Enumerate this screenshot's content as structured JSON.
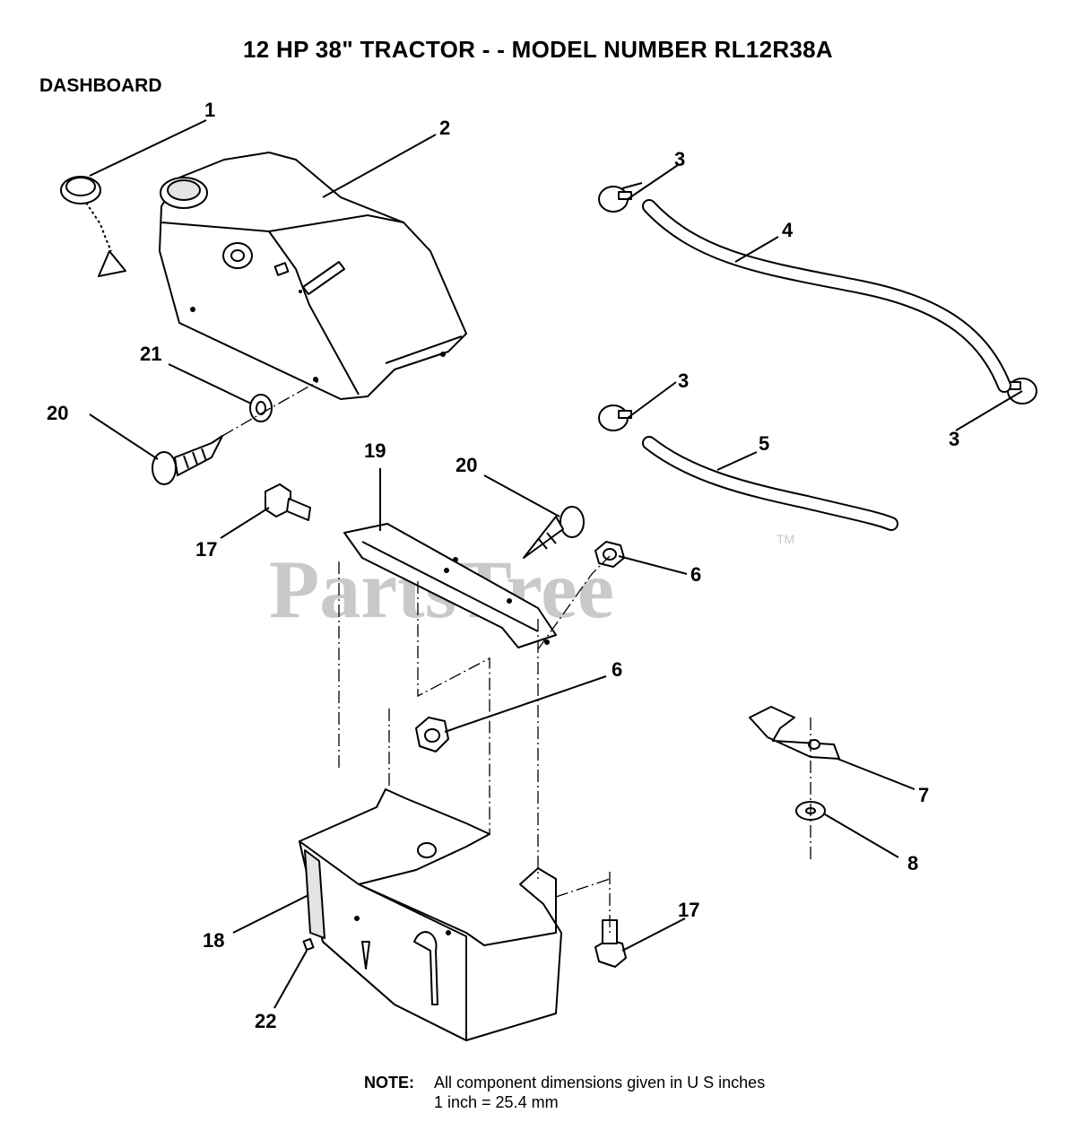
{
  "header": {
    "title": "12 HP 38\" TRACTOR - - MODEL NUMBER RL12R38A",
    "section": "DASHBOARD"
  },
  "watermark": {
    "text": "PartsTree",
    "trademark": "TM"
  },
  "callouts": [
    {
      "id": "c1",
      "label": "1"
    },
    {
      "id": "c2",
      "label": "2"
    },
    {
      "id": "c3a",
      "label": "3"
    },
    {
      "id": "c4",
      "label": "4"
    },
    {
      "id": "c3b",
      "label": "3"
    },
    {
      "id": "c3c",
      "label": "3"
    },
    {
      "id": "c5",
      "label": "5"
    },
    {
      "id": "c21",
      "label": "21"
    },
    {
      "id": "c20a",
      "label": "20"
    },
    {
      "id": "c19",
      "label": "19"
    },
    {
      "id": "c20b",
      "label": "20"
    },
    {
      "id": "c17a",
      "label": "17"
    },
    {
      "id": "c6a",
      "label": "6"
    },
    {
      "id": "c6b",
      "label": "6"
    },
    {
      "id": "c7",
      "label": "7"
    },
    {
      "id": "c8",
      "label": "8"
    },
    {
      "id": "c17b",
      "label": "17"
    },
    {
      "id": "c18",
      "label": "18"
    },
    {
      "id": "c22",
      "label": "22"
    }
  ],
  "note": {
    "label": "NOTE:",
    "line1": "All component dimensions given in U S  inches",
    "line2": "1 inch = 25.4 mm"
  }
}
